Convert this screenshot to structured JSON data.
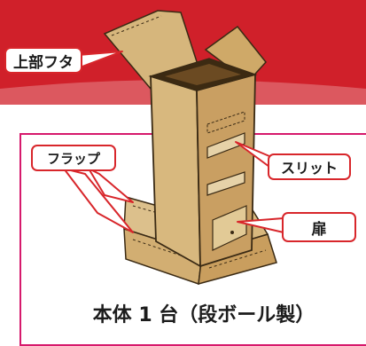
{
  "labels": {
    "top_flap": "上部フタ",
    "flap": "フラップ",
    "slit": "スリット",
    "door": "扉"
  },
  "caption": "本体 1 台（段ボール製）",
  "colors": {
    "banner": "#d0202a",
    "frame": "#d6196c",
    "callout_border": "#d8262b",
    "cardboard": "#d2ae72"
  }
}
